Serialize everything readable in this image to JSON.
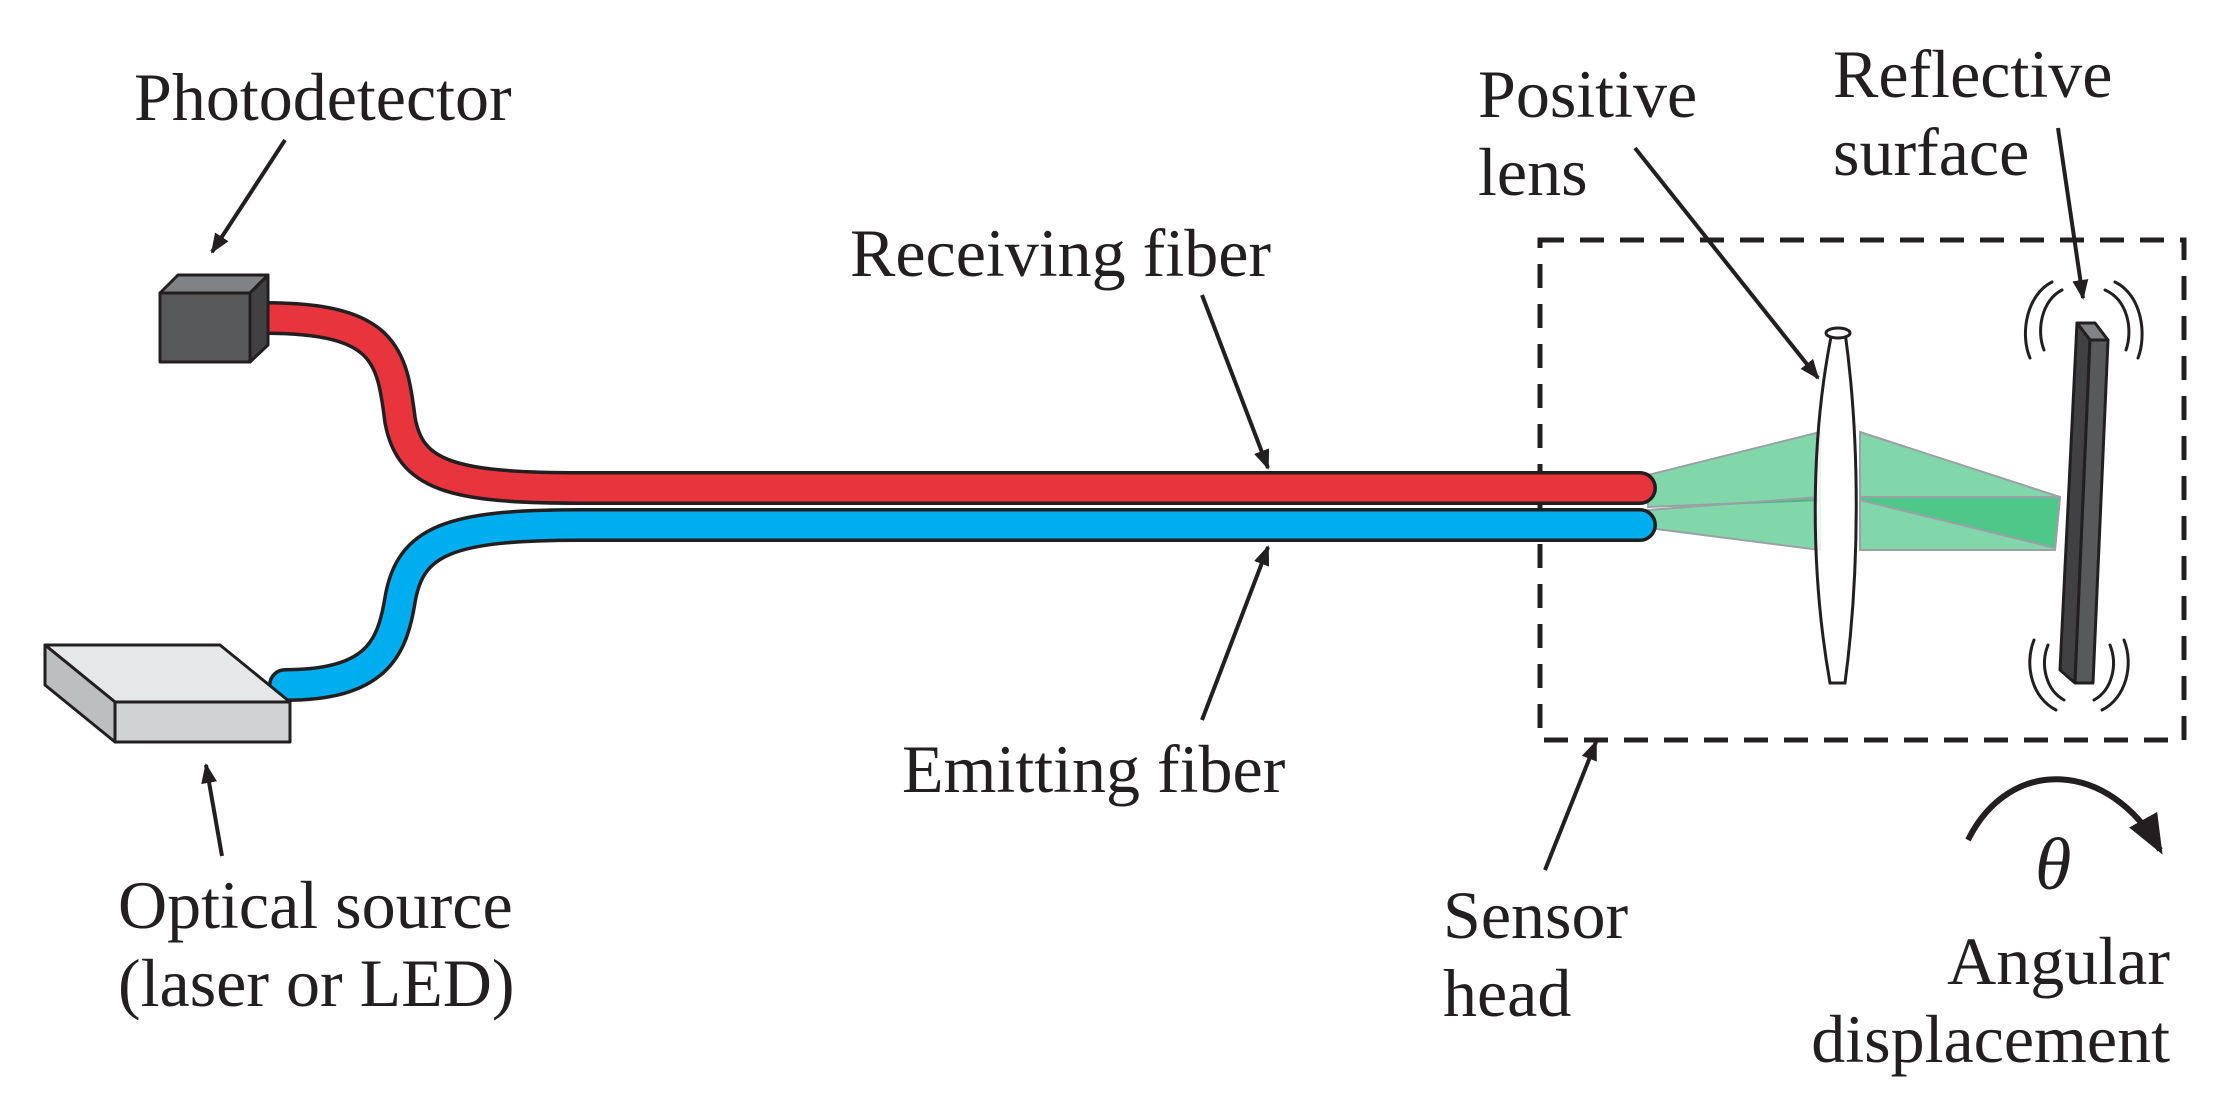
{
  "labels": {
    "photodetector": "Photodetector",
    "receiving_fiber": "Receiving fiber",
    "emitting_fiber": "Emitting fiber",
    "optical_source_line1": "Optical source",
    "optical_source_line2": "(laser or LED)",
    "positive_lens_line1": "Positive",
    "positive_lens_line2": "lens",
    "reflective_surface_line1": "Reflective",
    "reflective_surface_line2": "surface",
    "sensor_head_line1": "Sensor",
    "sensor_head_line2": "head",
    "theta": "θ",
    "angular_line1": "Angular",
    "angular_line2": "displacement"
  },
  "colors": {
    "receiving_fiber": "#e8353d",
    "emitting_fiber": "#00aeef",
    "beam": "#2dbd72",
    "photodetector": "#58595b",
    "source": "#d1d2d4",
    "reflector": "#58595b",
    "outline": "#231f20"
  }
}
